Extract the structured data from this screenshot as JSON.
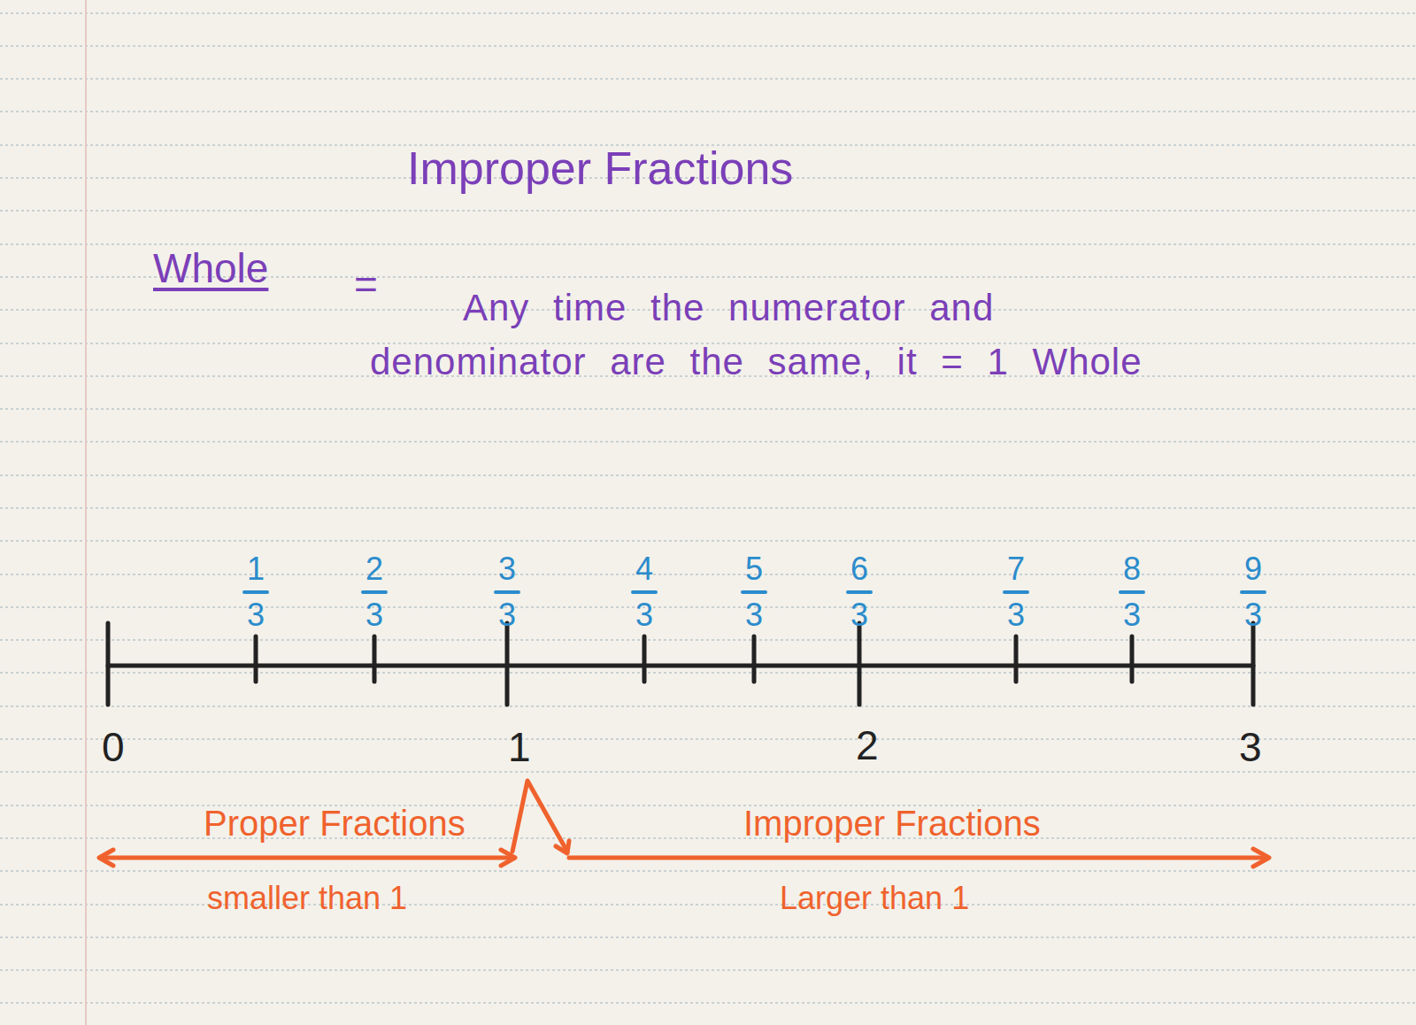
{
  "diagram": {
    "title": "Improper Fractions",
    "labels": [
      "Whole",
      "=",
      "Any time the numerator and denominator are the same, it = 1 Whole",
      "1",
      "3",
      "2",
      "3",
      "3",
      "3",
      "4",
      "3",
      "5",
      "3",
      "6",
      "3",
      "7",
      "3",
      "8",
      "3",
      "9",
      "3",
      "0",
      "1",
      "2",
      "3",
      "Proper Fractions",
      "smaller than 1",
      "Improper Fractions",
      "Larger than 1"
    ]
  }
}
